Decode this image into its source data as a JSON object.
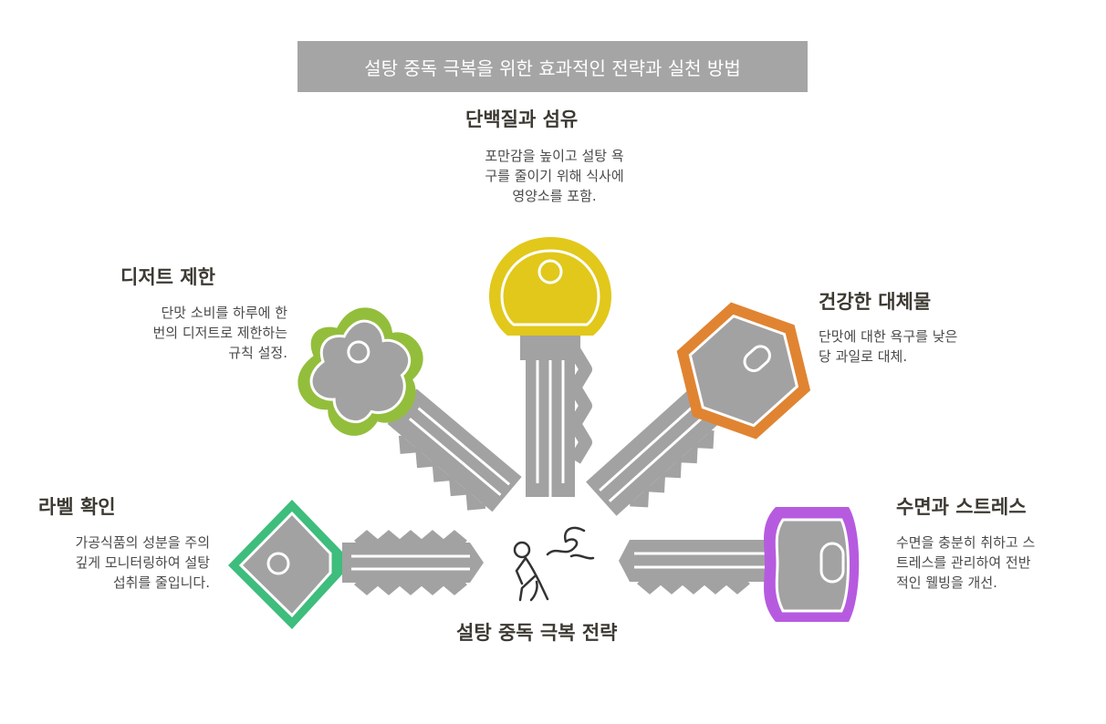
{
  "title": "설탕 중독 극복을 위한 효과적인 전략과 실천 방법",
  "center_label": "설탕 중독 극복 전략",
  "colors": {
    "banner": "#a5a5a5",
    "key_gray": "#a2a2a2",
    "yellow": "#e1c81b",
    "orange": "#e08432",
    "green_light": "#93be3c",
    "green_teal": "#3ebd7c",
    "purple": "#b65be0"
  },
  "strategies": [
    {
      "heading": "단백질과 섬유",
      "desc": "포만감을 높이고 설탕 욕\n구를 줄이기 위해 식사에\n영양소를 포함."
    },
    {
      "heading": "디저트 제한",
      "desc": "단맛 소비를 하루에 한\n번의 디저트로 제한하는\n규칙 설정."
    },
    {
      "heading": "건강한 대체물",
      "desc": "단맛에 대한 욕구를 낮은\n당 과일로 대체."
    },
    {
      "heading": "라벨 확인",
      "desc": "가공식품의 성분을 주의\n깊게 모니터링하여 설탕\n섭취를 줄입니다."
    },
    {
      "heading": "수면과 스트레스",
      "desc": "수면을 충분히 취하고 스\n트레스를 관리하여 전반\n적인 웰빙을 개선."
    }
  ]
}
